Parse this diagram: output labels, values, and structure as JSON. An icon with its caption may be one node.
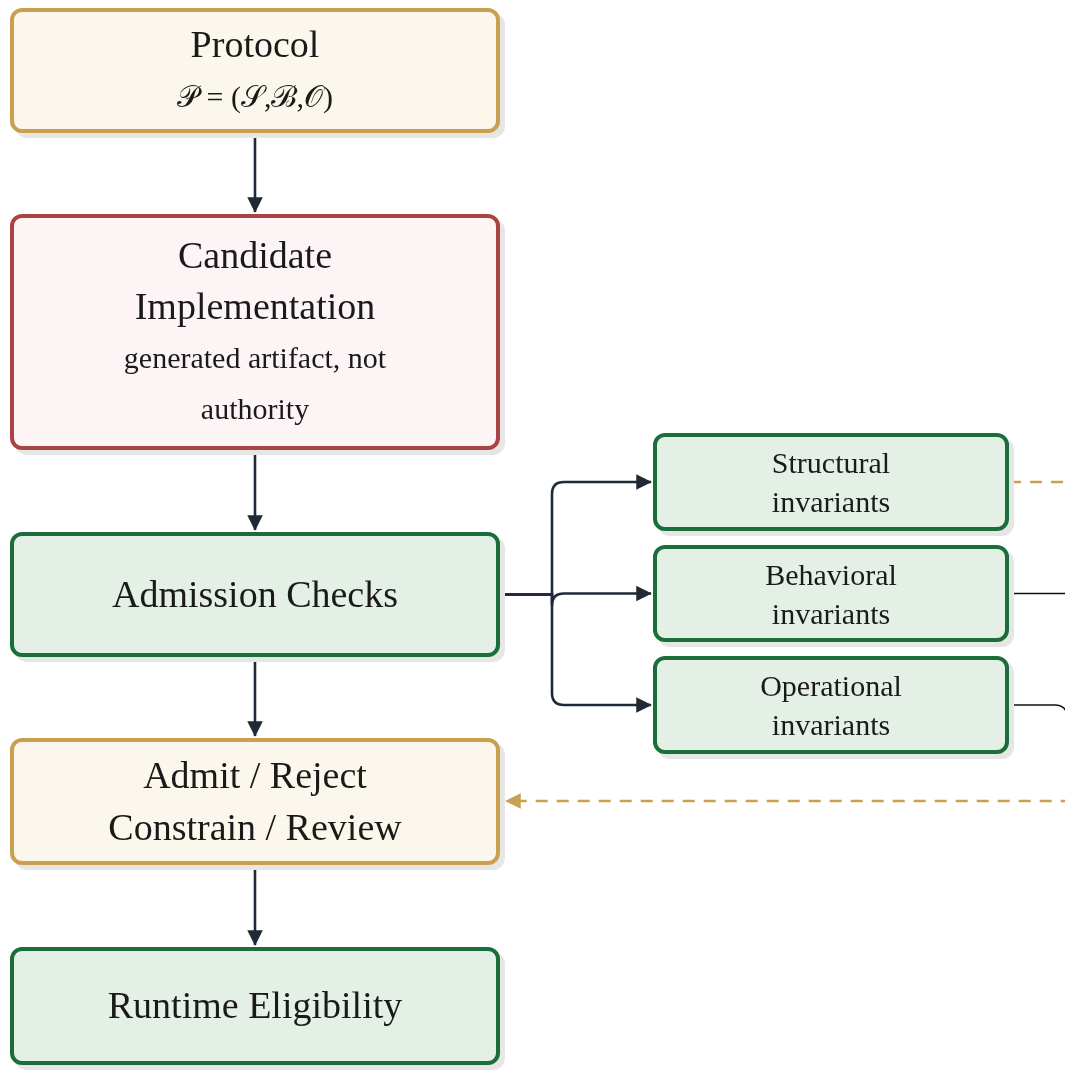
{
  "diagram": {
    "nodes": [
      {
        "text": [
          "Protocol",
          "𝒫 = (𝒮,ℬ,𝒪)"
        ]
      },
      {
        "text": [
          "Candidate Implementation",
          "generated artifact, not authority"
        ]
      },
      {
        "text": [
          "Admission Checks"
        ]
      },
      {
        "text": [
          "Admit / Reject Constrain / Review"
        ]
      },
      {
        "text": [
          "Runtime Eligibility"
        ]
      },
      {
        "text": [
          "Structural invariants"
        ]
      },
      {
        "text": [
          "Behavioral invariants"
        ]
      },
      {
        "text": [
          "Operational invariants"
        ]
      }
    ],
    "edges": [
      {
        "from": 0,
        "to": 1,
        "arrow": "to"
      },
      {
        "from": 1,
        "to": 2,
        "arrow": "to"
      },
      {
        "from": 2,
        "to": 3,
        "arrow": "to"
      },
      {
        "from": 3,
        "to": 4,
        "arrow": "to"
      },
      {
        "from": 2,
        "to": 5,
        "arrow": "to"
      },
      {
        "from": 2,
        "to": 6,
        "arrow": "to"
      },
      {
        "from": 2,
        "to": 7,
        "arrow": "to"
      },
      {
        "from": 5,
        "to": 3,
        "arrow": "to",
        "style": "dashed",
        "color": "#c9a050"
      },
      {
        "from": 6,
        "to": null,
        "arrow": "none",
        "color": "#111111"
      },
      {
        "from": 7,
        "to": null,
        "arrow": "none",
        "color": "#111111"
      }
    ]
  }
}
